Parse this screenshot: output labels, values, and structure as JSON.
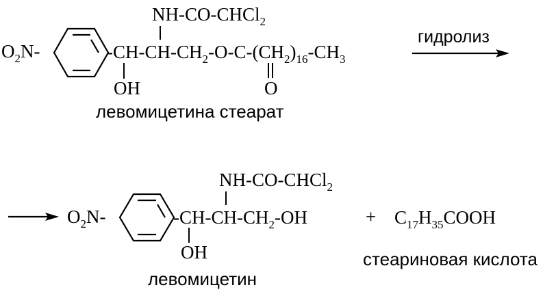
{
  "reactant": {
    "no2_group": {
      "o": "O",
      "o_sub": "2",
      "n": "N-"
    },
    "side_chain_top": {
      "text": "NH-CO-CHCl",
      "sub": "2"
    },
    "main_chain": {
      "part1": "-CH-CH-CH",
      "sub1": "2",
      "part2": "-O-C-(CH",
      "sub2": "2",
      "close": ")",
      "sub3": "16",
      "part3": "-CH",
      "sub4": "3"
    },
    "hydroxyl": "OH",
    "carbonyl_oxygen": "O",
    "caption": "левомицетина стеарат"
  },
  "arrow_label": "гидролиз",
  "product": {
    "no2_group": {
      "o": "O",
      "o_sub": "2",
      "n": "N-"
    },
    "side_chain_top": {
      "text": "NH-CO-CHCl",
      "sub": "2"
    },
    "main_chain": {
      "part1": "-CH-CH-CH",
      "sub1": "2",
      "part2": "-OH"
    },
    "hydroxyl": "OH",
    "caption": "левомицетин"
  },
  "plus": "+",
  "acid": {
    "c": "C",
    "c_sub": "17",
    "h": "H",
    "h_sub": "35",
    "cooh": "COOH",
    "caption": "стеариновая кислота"
  }
}
